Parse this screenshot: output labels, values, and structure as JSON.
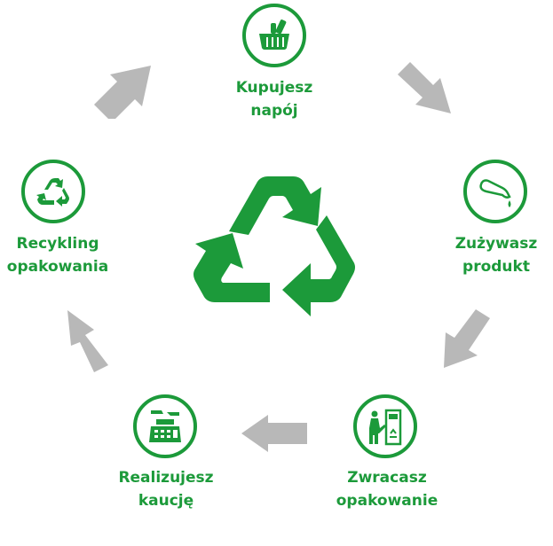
{
  "colors": {
    "accent": "#1c9a3a",
    "arrow": "#b8b8b8",
    "background": "#ffffff"
  },
  "steps": [
    {
      "id": "buy",
      "icon": "shopping-basket-icon",
      "line1": "Kupujesz",
      "line2": "napój"
    },
    {
      "id": "use",
      "icon": "bottle-pour-icon",
      "line1": "Zużywasz",
      "line2": "produkt"
    },
    {
      "id": "return",
      "icon": "return-machine-icon",
      "line1": "Zwracasz",
      "line2": "opakowanie"
    },
    {
      "id": "deposit",
      "icon": "cash-register-icon",
      "line1": "Realizujesz",
      "line2": "kaucję"
    },
    {
      "id": "recycle",
      "icon": "recycle-icon",
      "line1": "Recykling",
      "line2": "opakowania"
    }
  ],
  "center_icon": "recycle-icon"
}
